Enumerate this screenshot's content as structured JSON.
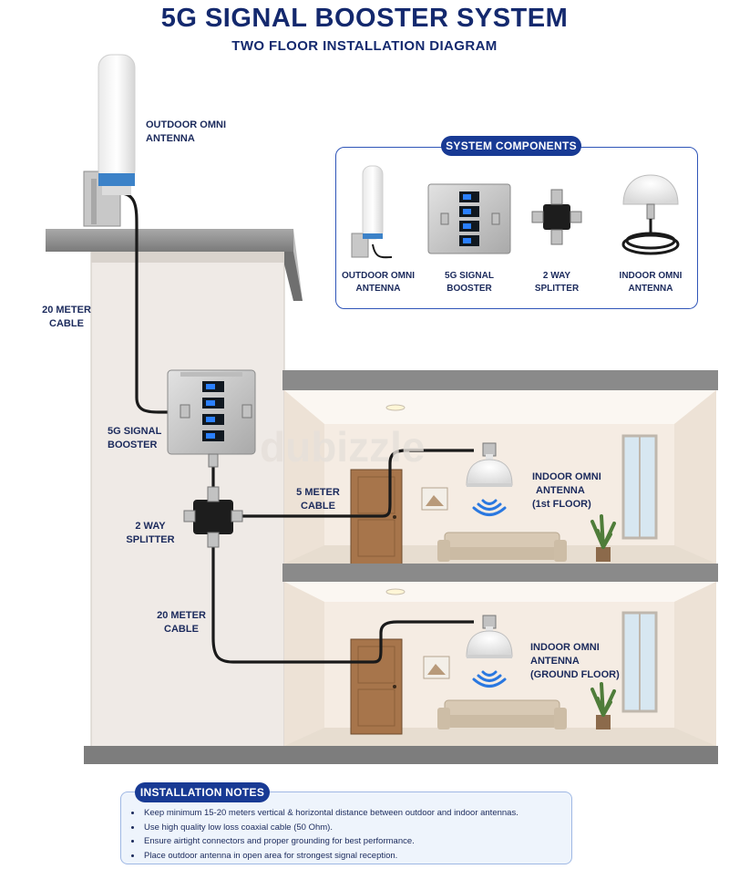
{
  "title": "5G SIGNAL BOOSTER SYSTEM",
  "subtitle": "TWO FLOOR INSTALLATION DIAGRAM",
  "labels": {
    "outdoor_antenna": [
      "OUTDOOR OMNI",
      "ANTENNA"
    ],
    "cable_top": [
      "20 METER",
      "CABLE"
    ],
    "booster": [
      "5G SIGNAL",
      "BOOSTER"
    ],
    "splitter": [
      "2 WAY",
      "SPLITTER"
    ],
    "cable_bottom": [
      "20 METER",
      "CABLE"
    ],
    "cable_mid": [
      "5 METER",
      "CABLE"
    ],
    "indoor_first": [
      "INDOOR OMNI",
      "ANTENNA",
      "(1st FLOOR)"
    ],
    "indoor_ground": [
      "INDOOR OMNI",
      "ANTENNA",
      "(GROUND FLOOR)"
    ]
  },
  "components": {
    "heading": "SYSTEM COMPONENTS",
    "items": [
      {
        "line1": "OUTDOOR OMNI",
        "line2": "ANTENNA"
      },
      {
        "line1": "5G SIGNAL",
        "line2": "BOOSTER"
      },
      {
        "line1": "2 WAY",
        "line2": "SPLITTER"
      },
      {
        "line1": "INDOOR OMNI",
        "line2": "ANTENNA"
      }
    ]
  },
  "notes": {
    "heading": "INSTALLATION NOTES",
    "items": [
      "Keep minimum 15-20 meters vertical & horizontal distance between outdoor and indoor antennas.",
      "Use high quality low loss coaxial cable (50 Ohm).",
      "Ensure airtight connectors and proper grounding for best performance.",
      "Place outdoor antenna in open area for strongest signal reception."
    ]
  },
  "watermark": "dubizzle",
  "colors": {
    "title": "#14296e",
    "label": "#1b2a5c",
    "pill": "#183a94",
    "wall": "#efeae6",
    "room": "#f4ebe1",
    "slab": "#808080",
    "signal": "#2a78e0",
    "cable": "#1a1a1a"
  }
}
